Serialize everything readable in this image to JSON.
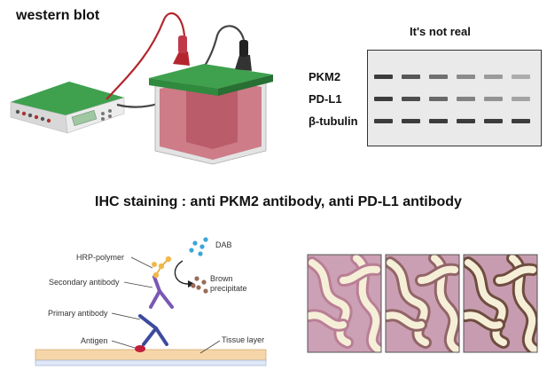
{
  "header": {
    "western_blot_title": "western blot"
  },
  "blot": {
    "title": "It's not real",
    "rows": [
      {
        "label": "PKM2",
        "intensities": [
          1.0,
          0.85,
          0.7,
          0.55,
          0.45,
          0.35
        ]
      },
      {
        "label": "PD-L1",
        "intensities": [
          1.0,
          0.9,
          0.75,
          0.6,
          0.5,
          0.4
        ]
      },
      {
        "label": "β-tubulin",
        "intensities": [
          1.0,
          1.0,
          1.0,
          1.0,
          1.0,
          1.0
        ]
      }
    ]
  },
  "ihc": {
    "title": "IHC staining : anti PKM2 antibody, anti PD-L1 antibody",
    "labels": {
      "hrp_polymer": "HRP-polymer",
      "secondary_antibody": "Secondary antibody",
      "primary_antibody": "Primary antibody",
      "antigen": "Antigen",
      "tissue_layer": "Tissue layer",
      "dab": "DAB",
      "brown": "Brown",
      "precipitate": "precipitate"
    },
    "tile_stain_levels": [
      0.1,
      0.55,
      0.95
    ]
  },
  "colors": {
    "device_green": "#2f8a3e",
    "gel_red": "#c96a78",
    "band": "#3c3c3c",
    "dab_blue": "#3aa6d8",
    "brown": "#9b6b57",
    "tissue_pink": "#cda1b6",
    "tissue_cream": "#f6efd8",
    "stain_brown": "#6b4a3a"
  }
}
